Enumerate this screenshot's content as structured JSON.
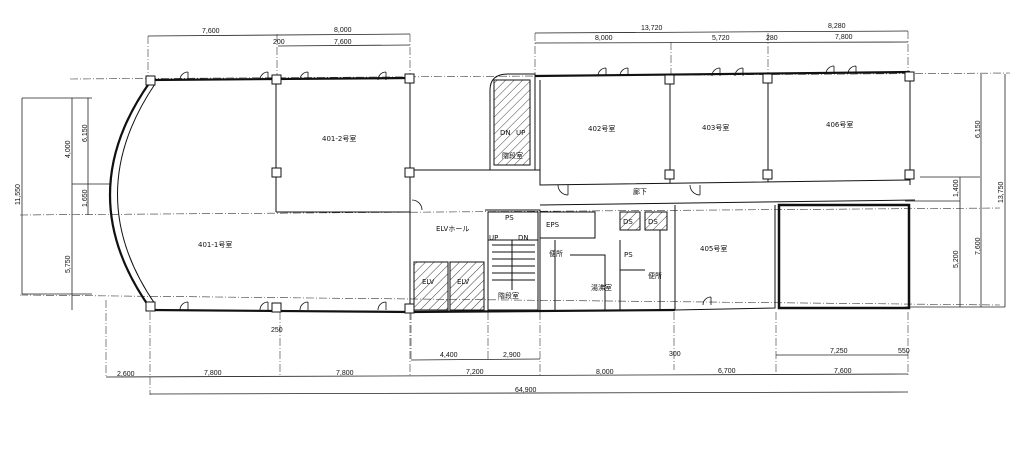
{
  "rooms": {
    "r401_1": "401-1号室",
    "r401_2": "401-2号室",
    "r402": "402号室",
    "r403": "403号室",
    "r406": "406号室",
    "r405": "405号室",
    "corridor": "廊下",
    "elv_hall": "ELVホール",
    "eps": "EPS",
    "ps": "PS",
    "ds1": "DS",
    "ds2": "DS",
    "ps2": "PS",
    "toilet1": "便所",
    "toilet2": "便所",
    "kitchenette": "湯沸室",
    "stair1": "階段室",
    "stair2": "階段室",
    "elv1": "ELV",
    "elv2": "ELV",
    "up1": "UP",
    "dn1": "DN",
    "up2": "UP",
    "dn2": "DN"
  },
  "dimensions": {
    "top": [
      "7,600",
      "8,000",
      "200",
      "7,600",
      "13,720",
      "8,000",
      "5,720",
      "280",
      "8,280",
      "7,800"
    ],
    "left": [
      "4,000",
      "6,150",
      "1,650",
      "11,550",
      "5,750"
    ],
    "right": [
      "6,150",
      "13,750",
      "1,400",
      "5,200",
      "7,600"
    ],
    "bottom_inner": [
      "4,400",
      "2,900",
      "300",
      "7,250",
      "550",
      "250"
    ],
    "bottom": [
      "2,600",
      "7,800",
      "7,800",
      "7,200",
      "8,000",
      "6,700",
      "7,600"
    ],
    "total": "64,900"
  }
}
